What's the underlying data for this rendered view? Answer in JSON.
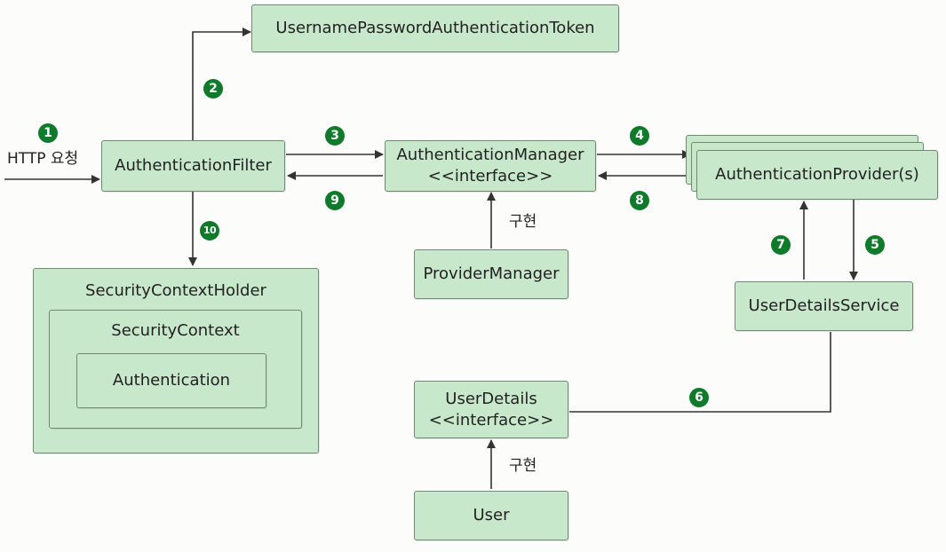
{
  "boxes": {
    "token": "UsernamePasswordAuthenticationToken",
    "filter": "AuthenticationFilter",
    "manager_name": "AuthenticationManager",
    "manager_stereo": "<<interface>>",
    "provider_manager": "ProviderManager",
    "providers": "AuthenticationProvider(s)",
    "user_details_service": "UserDetailsService",
    "user_details_name": "UserDetails",
    "user_details_stereo": "<<interface>>",
    "user": "User",
    "context_holder": "SecurityContextHolder",
    "context": "SecurityContext",
    "authentication": "Authentication"
  },
  "labels": {
    "http_request": "HTTP 요청",
    "implements_1": "구현",
    "implements_2": "구현"
  },
  "steps": [
    "1",
    "2",
    "3",
    "4",
    "5",
    "6",
    "7",
    "8",
    "9",
    "10"
  ],
  "colors": {
    "box_fill": "#c8e8cc",
    "box_border": "#6e8a72",
    "badge": "#0f7a2a",
    "line": "#333333"
  }
}
